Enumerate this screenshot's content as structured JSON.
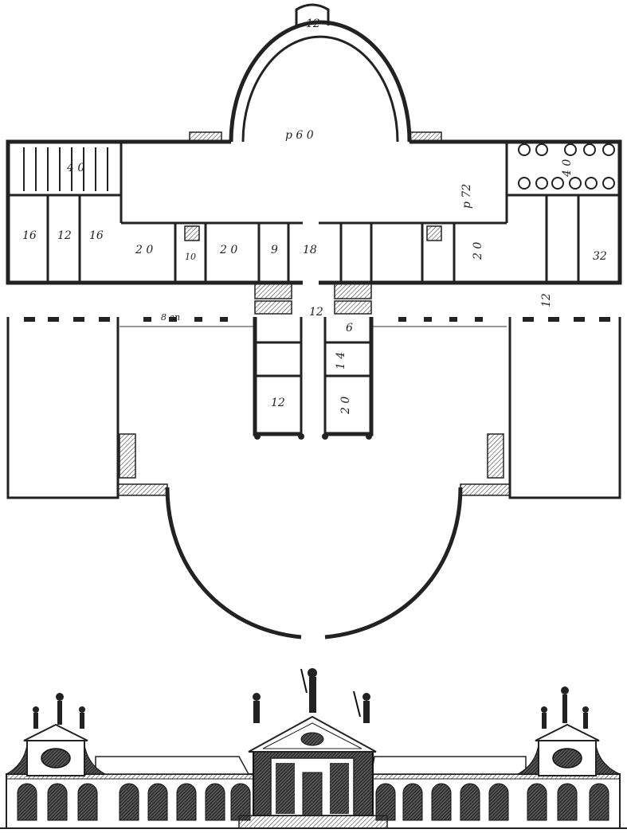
{
  "plan": {
    "labels": {
      "apse": "12",
      "hall": "p 6 0",
      "hall_width": "p 72",
      "rear_left_court": "4 0",
      "rear_right_court": "4 0",
      "left_room_a": "16",
      "left_room_b": "12",
      "left_room_c": "16",
      "row_room_1": "2 0",
      "row_room_2": "10",
      "row_room_3": "2 0",
      "row_room_4": "9",
      "row_room_5": "18",
      "row_room_6": "2 0",
      "right_room": "32",
      "right_gallery": "12",
      "portico_left": "8 an",
      "center_passage": "12",
      "center_small": "6",
      "center_corridor": "1 4",
      "center_left": "12",
      "center_right": "2 0"
    }
  }
}
